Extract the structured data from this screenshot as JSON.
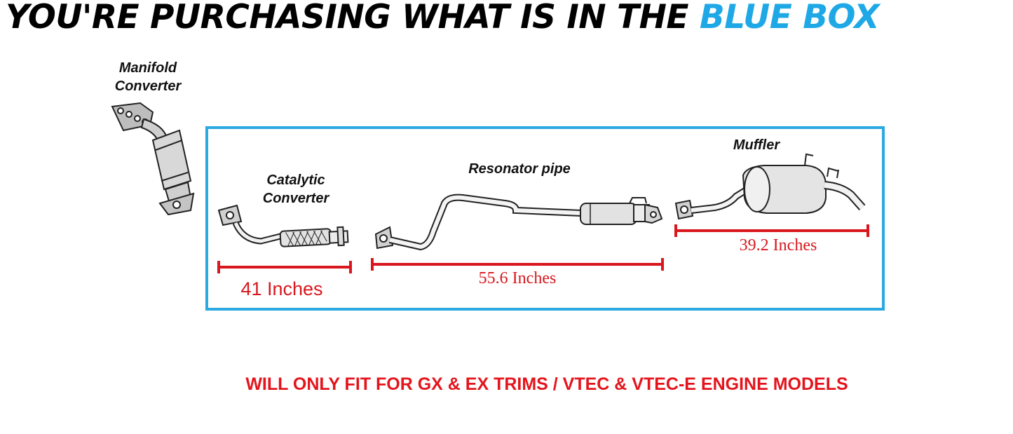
{
  "headline": {
    "prefix": "YOU'RE PURCHASING WHAT IS IN THE ",
    "highlight": "BLUE BOX"
  },
  "colors": {
    "box": "#2ca9e1",
    "measure": "#d8181e",
    "notice": "#e4141c",
    "highlight": "#1fa8e6"
  },
  "parts": {
    "manifold": {
      "label_line1": "Manifold",
      "label_line2": "Converter"
    },
    "catalytic": {
      "label_line1": "Catalytic",
      "label_line2": "Converter",
      "length": "41 Inches"
    },
    "resonator": {
      "label": "Resonator pipe",
      "length": "55.6 Inches"
    },
    "muffler": {
      "label": "Muffler",
      "length": "39.2 Inches"
    }
  },
  "notice": "WILL ONLY FIT FOR GX & EX TRIMS / VTEC & VTEC-E ENGINE MODELS"
}
